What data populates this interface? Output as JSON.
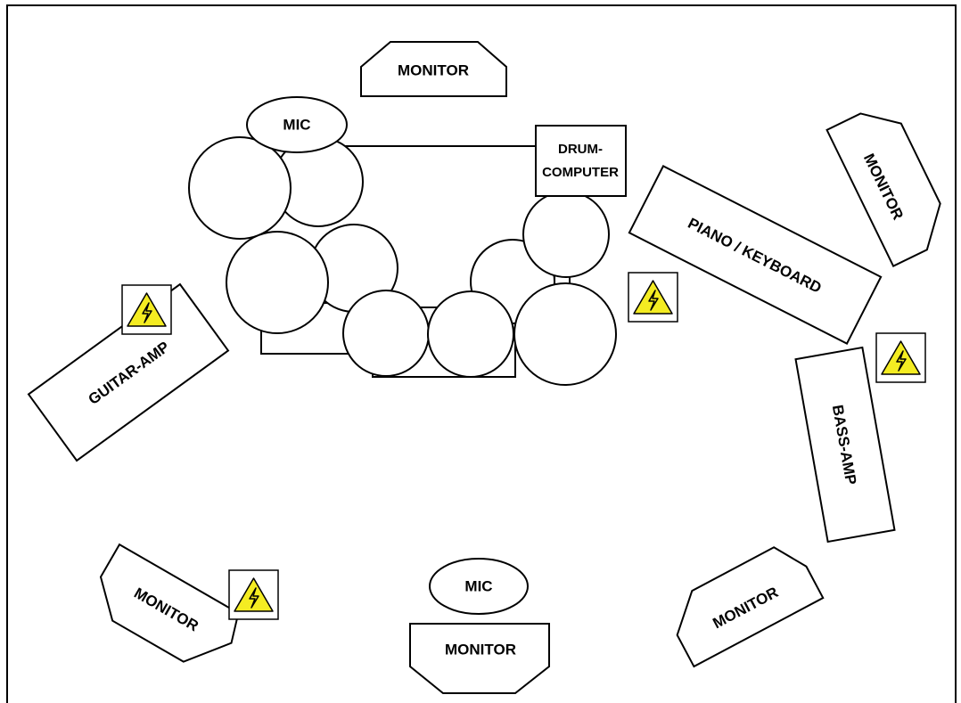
{
  "labels": {
    "monitor": "MONITOR",
    "mic": "MIC",
    "drum_computer_line1": "DRUM-",
    "drum_computer_line2": "COMPUTER",
    "piano_keyboard": "PIANO / KEYBOARD",
    "guitar_amp": "GUITAR-AMP",
    "bass_amp": "BASS-AMP"
  },
  "icons": {
    "hazard": "high-voltage-warning-icon"
  },
  "colors": {
    "hazard_fill": "#f4ec22",
    "outline": "#000000",
    "background": "#ffffff"
  }
}
